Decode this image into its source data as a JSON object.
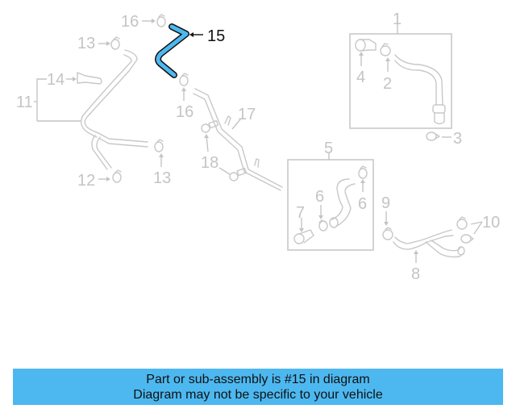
{
  "diagram": {
    "highlighted_part": "15",
    "highlight_color": "#4db8f0",
    "callouts": [
      {
        "id": "c1",
        "label": "1"
      },
      {
        "id": "c2",
        "label": "2"
      },
      {
        "id": "c3",
        "label": "3"
      },
      {
        "id": "c4",
        "label": "4"
      },
      {
        "id": "c5",
        "label": "5"
      },
      {
        "id": "c6a",
        "label": "6"
      },
      {
        "id": "c6b",
        "label": "6"
      },
      {
        "id": "c7",
        "label": "7"
      },
      {
        "id": "c8",
        "label": "8"
      },
      {
        "id": "c9",
        "label": "9"
      },
      {
        "id": "c10",
        "label": "10"
      },
      {
        "id": "c11",
        "label": "11"
      },
      {
        "id": "c12",
        "label": "12"
      },
      {
        "id": "c13a",
        "label": "13"
      },
      {
        "id": "c13b",
        "label": "13"
      },
      {
        "id": "c14",
        "label": "14"
      },
      {
        "id": "c15",
        "label": "15"
      },
      {
        "id": "c16a",
        "label": "16"
      },
      {
        "id": "c16b",
        "label": "16"
      },
      {
        "id": "c17",
        "label": "17"
      },
      {
        "id": "c18",
        "label": "18"
      }
    ]
  },
  "banner": {
    "line1": "Part or sub-assembly is #15 in diagram",
    "line2": "Diagram may not be specific to your vehicle",
    "background": "#4db8f0"
  }
}
